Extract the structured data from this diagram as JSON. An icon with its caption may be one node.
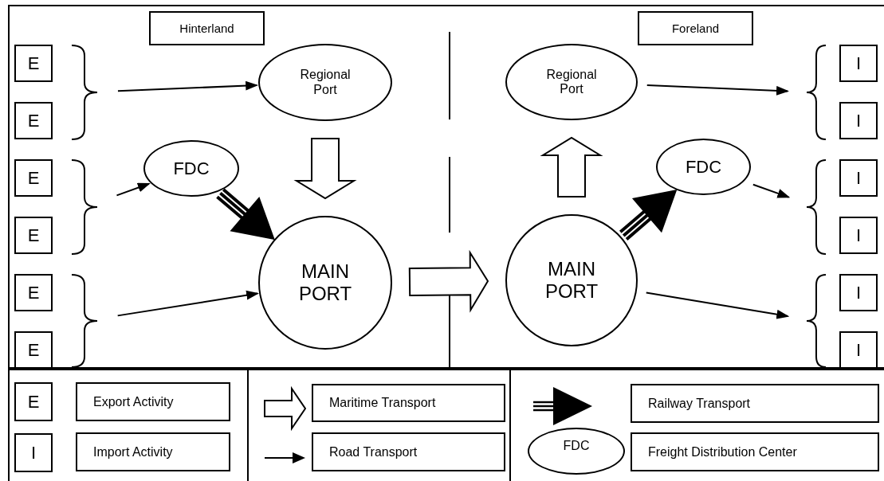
{
  "diagram": {
    "nodes": [
      {
        "text": [
          "Hinterland"
        ]
      },
      {
        "text": [
          "Foreland"
        ]
      },
      {
        "text": [
          "E"
        ]
      },
      {
        "text": [
          "E"
        ]
      },
      {
        "text": [
          "E"
        ]
      },
      {
        "text": [
          "E"
        ]
      },
      {
        "text": [
          "E"
        ]
      },
      {
        "text": [
          "E"
        ]
      },
      {
        "text": [
          "I"
        ]
      },
      {
        "text": [
          "I"
        ]
      },
      {
        "text": [
          "I"
        ]
      },
      {
        "text": [
          "I"
        ]
      },
      {
        "text": [
          "I"
        ]
      },
      {
        "text": [
          "I"
        ]
      },
      {
        "text": [],
        "shape": "brace"
      },
      {
        "text": [],
        "shape": "brace"
      },
      {
        "text": [],
        "shape": "brace"
      },
      {
        "text": [],
        "shape": "brace"
      },
      {
        "text": [],
        "shape": "brace"
      },
      {
        "text": [],
        "shape": "brace"
      },
      {
        "text": [
          "Regional Port"
        ]
      },
      {
        "text": [
          "Regional Port"
        ]
      },
      {
        "text": [
          "FDC"
        ]
      },
      {
        "text": [
          "FDC"
        ]
      },
      {
        "text": [
          "MAIN PORT"
        ]
      },
      {
        "text": [
          "MAIN PORT"
        ]
      },
      {
        "text": [
          "E"
        ]
      },
      {
        "text": [
          "I"
        ]
      },
      {
        "text": [
          "FDC"
        ]
      }
    ],
    "edges": [
      {
        "from": 14,
        "to": 20,
        "arrow": "to"
      },
      {
        "from": 15,
        "to": 22,
        "arrow": "to"
      },
      {
        "from": 16,
        "to": 24,
        "arrow": "to"
      },
      {
        "from": 22,
        "to": 24,
        "arrow": "to",
        "style": "thick"
      },
      {
        "from": 20,
        "to": 24,
        "arrow": "to",
        "style": "thick",
        "color": "#ffffff"
      },
      {
        "from": 24,
        "to": 25,
        "arrow": "to",
        "style": "thick",
        "color": "#ffffff"
      },
      {
        "from": 25,
        "to": 21,
        "arrow": "to",
        "style": "thick",
        "color": "#ffffff"
      },
      {
        "from": 25,
        "to": 23,
        "arrow": "to",
        "style": "thick"
      },
      {
        "from": 21,
        "to": 17,
        "arrow": "to"
      },
      {
        "from": 23,
        "to": 18,
        "arrow": "to"
      },
      {
        "from": 25,
        "to": 19,
        "arrow": "to"
      }
    ],
    "legend": [
      {
        "text": "Export Activity"
      },
      {
        "text": "Import Activity"
      },
      {
        "text": "Maritime Transport"
      },
      {
        "text": "Road Transport"
      },
      {
        "text": "Railway Transport"
      },
      {
        "text": "Freight Distribution Center"
      }
    ]
  }
}
